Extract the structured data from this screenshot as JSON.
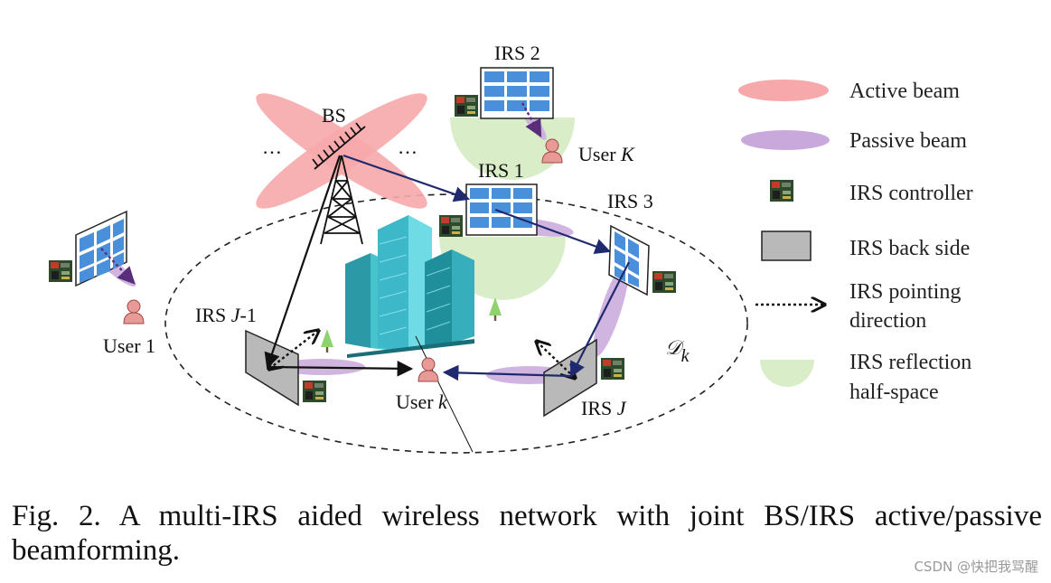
{
  "diagram": {
    "bs_label": "BS",
    "dots": "…",
    "irs1_label": "IRS 1",
    "irs2_label": "IRS 2",
    "irs3_label": "IRS 3",
    "irs_j_prefix": "IRS ",
    "irs_j_var": "J",
    "irs_jm1_prefix": "IRS ",
    "irs_jm1_var": "J",
    "irs_jm1_suffix": "-1",
    "user1_label": "User 1",
    "userk_prefix": "User ",
    "userk_var": "k",
    "userK_prefix": "User ",
    "userK_var": "K",
    "region_symbol": "𝒟",
    "region_sub": "k"
  },
  "legend": {
    "active_beam": "Active beam",
    "passive_beam": "Passive beam",
    "irs_controller": "IRS controller",
    "irs_back_side": "IRS back side",
    "irs_pointing_line1": "IRS pointing",
    "irs_pointing_line2": "direction",
    "irs_reflection_line1": "IRS reflection",
    "irs_reflection_line2": "half-space"
  },
  "caption": "Fig. 2.  A multi-IRS aided wireless network with joint BS/IRS active/passive beamforming.",
  "watermark": "CSDN @快把我骂醒",
  "colors": {
    "active_beam": "#f7a8aa",
    "passive_beam": "#c9a8dc",
    "reflection": "#d9edc9",
    "irs_back": "#b9b9b9",
    "irs_cell": "#4a8fd9",
    "arrow": "#1f2a6e",
    "user": "#e89a96"
  }
}
